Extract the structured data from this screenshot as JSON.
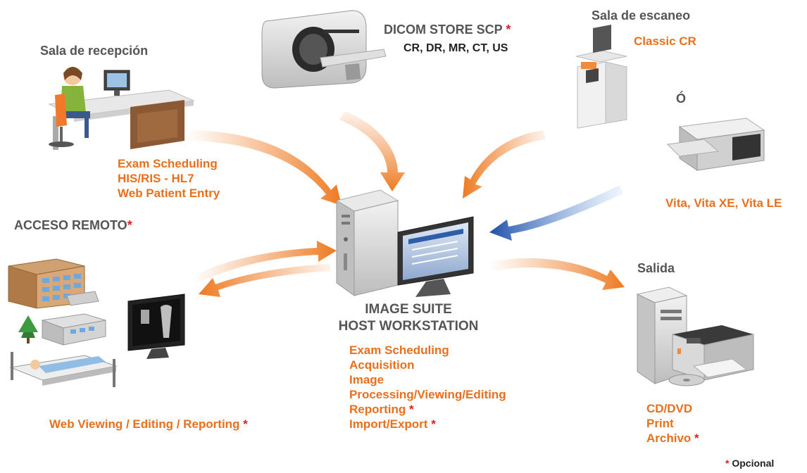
{
  "reception": {
    "title": "Sala de recepción",
    "items": [
      "Exam Scheduling",
      "HIS/RIS - HL7",
      "Web Patient Entry"
    ]
  },
  "dicom": {
    "title": "DICOM STORE SCP",
    "title_star": "*",
    "modalities": "CR, DR, MR, CT, US"
  },
  "scan_room": {
    "title": "Sala de escaneo",
    "device1": "Classic CR",
    "or": "Ó",
    "device2": "Vita, Vita XE, Vita LE"
  },
  "remote": {
    "title": "ACCESO REMOTO",
    "title_star": "*",
    "caption": "Web Viewing / Editing / Reporting",
    "caption_star": "*"
  },
  "host": {
    "title_line1": "IMAGE SUITE",
    "title_line2": "HOST WORKSTATION",
    "items": [
      {
        "text": "Exam Scheduling",
        "star": ""
      },
      {
        "text": "Acquisition",
        "star": ""
      },
      {
        "text": "Image",
        "star": ""
      },
      {
        "text": "Processing/Viewing/Editing",
        "star": ""
      },
      {
        "text": "Reporting",
        "star": "*"
      },
      {
        "text": "Import/Export",
        "star": "*"
      }
    ]
  },
  "output": {
    "title": "Salida",
    "items": [
      {
        "text": "CD/DVD",
        "star": ""
      },
      {
        "text": "Print",
        "star": ""
      },
      {
        "text": "Archivo",
        "star": "*"
      }
    ]
  },
  "footnote": {
    "star": "*",
    "text": "Opcional"
  },
  "colors": {
    "orange": "#e8701d",
    "red": "#e02020",
    "blue": "#1f4fa8",
    "gray": "#555555"
  }
}
